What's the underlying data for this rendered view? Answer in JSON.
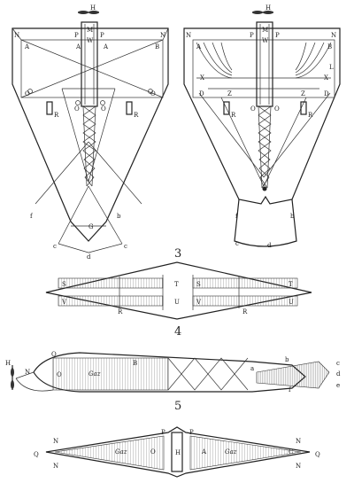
{
  "figures": {
    "fig3": {
      "number": "3"
    },
    "fig4": {
      "number": "4"
    },
    "fig5": {
      "number": "5"
    }
  },
  "labels": {
    "M": "M",
    "W": "W",
    "H": "H",
    "N": "N",
    "P": "P",
    "A": "A",
    "B": "B",
    "O": "O",
    "R": "R",
    "D": "D",
    "X": "X",
    "Z": "Z",
    "G": "G",
    "a": "a",
    "b": "b",
    "c": "c",
    "d": "d",
    "e": "e",
    "f": "f",
    "S": "S",
    "T": "T",
    "U": "U",
    "V": "V",
    "Q": "Q",
    "L": "L",
    "C": "C"
  },
  "gas_label": "Gaz"
}
